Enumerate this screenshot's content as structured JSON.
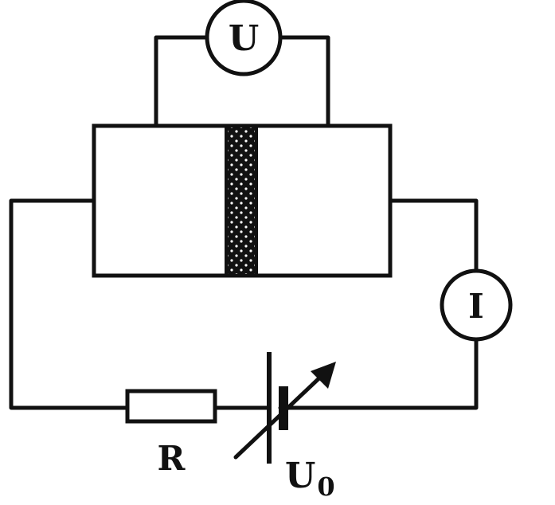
{
  "voltmeter": {
    "label": "U"
  },
  "ammeter": {
    "label": "I"
  },
  "resistor": {
    "label": "R"
  },
  "source": {
    "label_main": "U",
    "label_sub": "0"
  }
}
